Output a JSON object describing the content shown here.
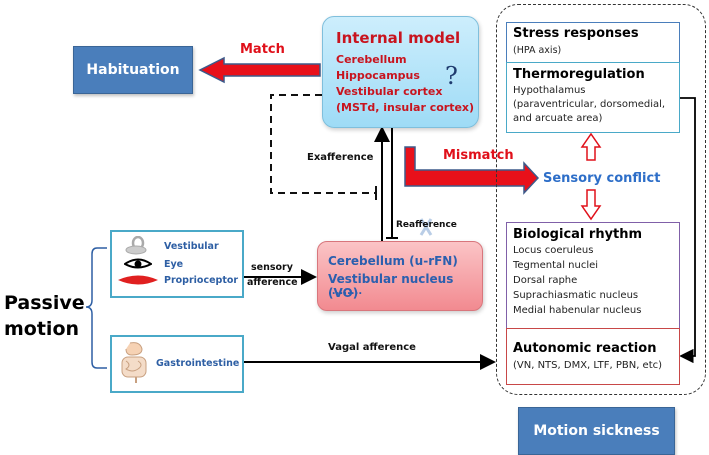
{
  "habituation": {
    "label": "Habituation"
  },
  "motion_sickness": {
    "label": "Motion sickness"
  },
  "internal_model": {
    "title": "Internal model",
    "items": [
      "Cerebellum",
      "Hippocampus",
      "Vestibular cortex",
      "(MSTd, insular cortex)"
    ],
    "question_mark": "?"
  },
  "arrows": {
    "match": "Match",
    "mismatch": "Mismatch",
    "exafference": "Exafference",
    "reafference": "Reafference",
    "sensory_afference_line1": "sensory",
    "sensory_afference_line2": "afference",
    "vagal_afference": "Vagal afference"
  },
  "cerebellum_box": {
    "lines": [
      "Cerebellum (u-rFN)",
      "Vestibular nucleus (VO)",
      "........."
    ]
  },
  "sensors": {
    "items": [
      {
        "label": "Vestibular",
        "icon": "inner-ear-icon"
      },
      {
        "label": "Eye",
        "icon": "eye-icon"
      },
      {
        "label": "Proprioceptor",
        "icon": "muscle-icon"
      }
    ],
    "gastro": {
      "label": "Gastrointestine",
      "icon": "digestive-tract-icon"
    }
  },
  "passive_motion": {
    "line1": "Passive",
    "line2": "motion"
  },
  "sensory_conflict": "Sensory conflict",
  "right_panel": {
    "stress": {
      "title": "Stress responses",
      "lines": [
        "(HPA axis)"
      ]
    },
    "thermo": {
      "title": "Thermoregulation",
      "lines": [
        "Hypothalamus",
        "(paraventricular, dorsomedial,",
        "and arcuate area)"
      ]
    },
    "bio": {
      "title": "Biological rhythm",
      "lines": [
        "Locus coeruleus",
        "Tegmental nuclei",
        "Dorsal raphe",
        "Suprachiasmatic nucleus",
        "Medial habenular nucleus"
      ]
    },
    "auto": {
      "title": "Autonomic reaction",
      "lines": [
        "(VN, NTS, DMX, LTF, PBN, etc)"
      ]
    }
  },
  "colors": {
    "box_blue": "#4a7ebb",
    "match_red": "#e0101a",
    "conflict_blue": "#2d6ec8",
    "internal_model_text": "#c8141e"
  }
}
